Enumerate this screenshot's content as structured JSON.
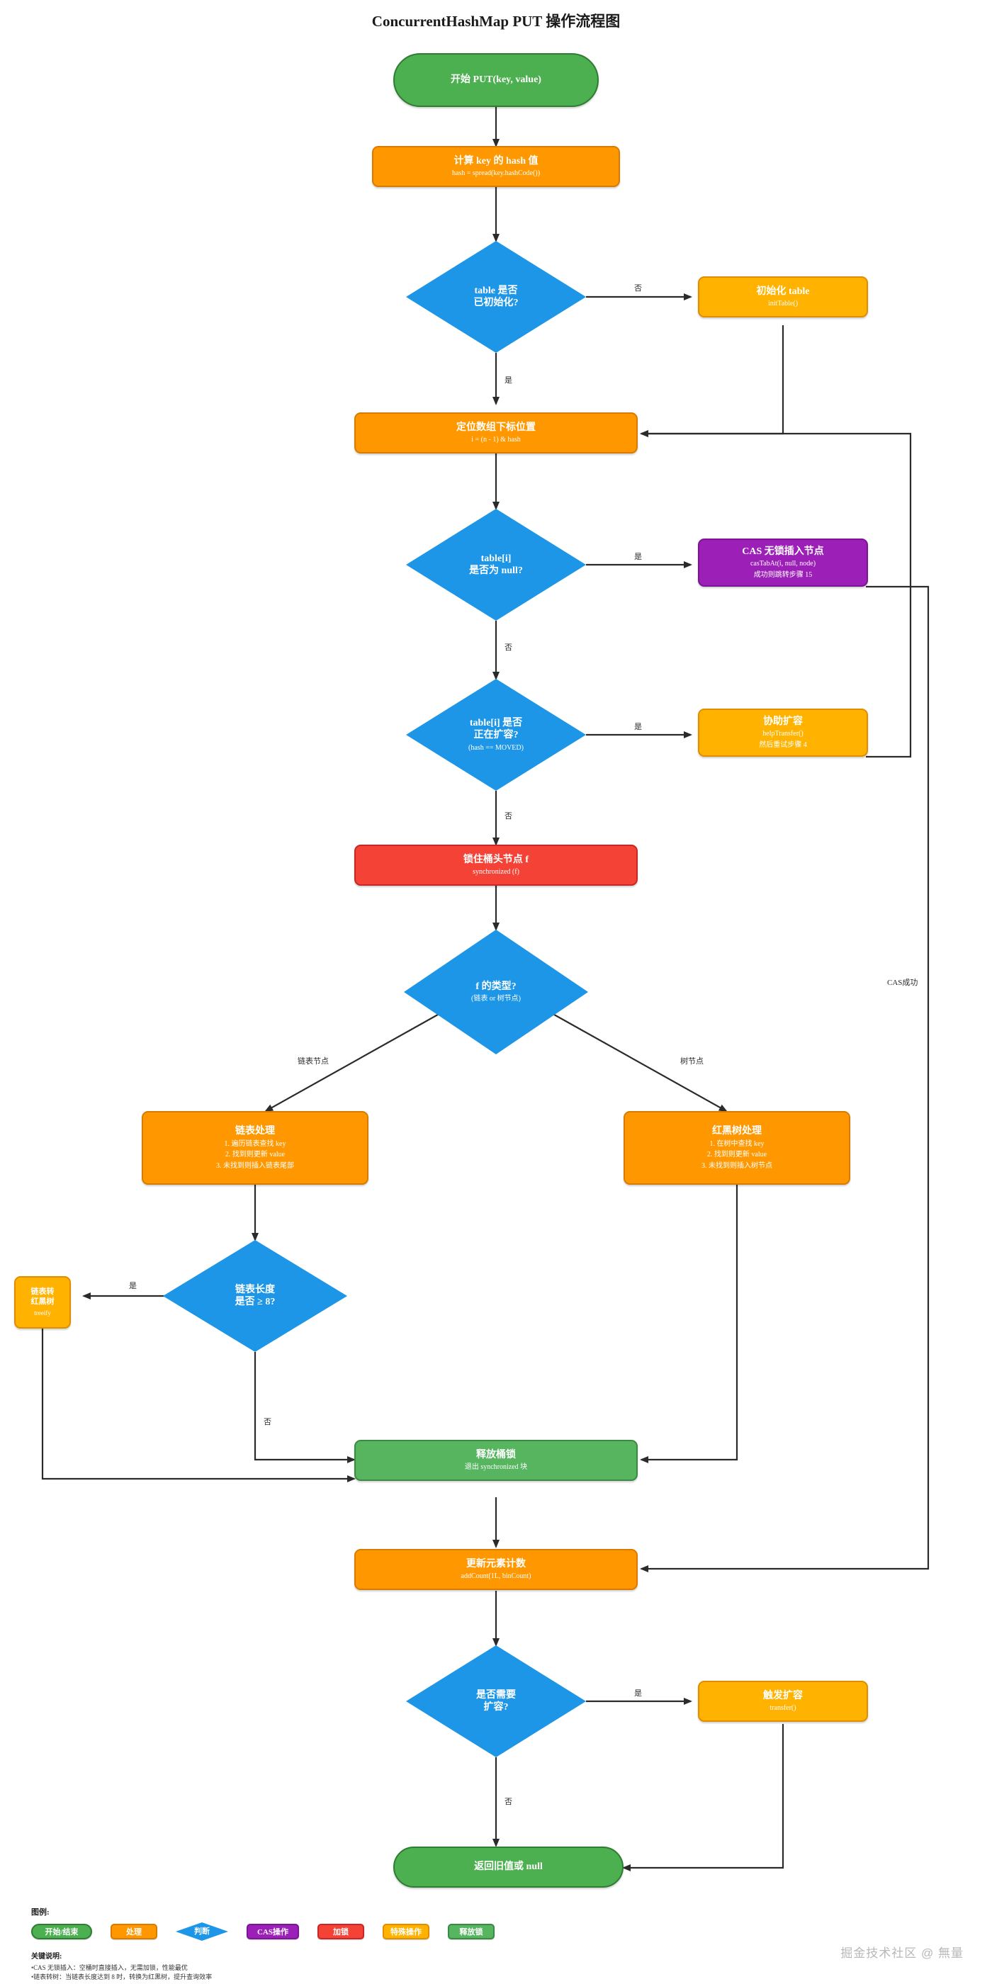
{
  "title": "ConcurrentHashMap PUT 操作流程图",
  "watermark": "掘金技术社区 @ 無量",
  "colors": {
    "start_end": "#4caf50",
    "process": "#ff9800",
    "decision": "#1e96e8",
    "cas": "#9c1fb8",
    "lock": "#f44336",
    "special": "#ffb300",
    "release": "#57b560"
  },
  "nodes": {
    "start": {
      "line1": "开始 PUT(key, value)"
    },
    "hash": {
      "line1": "计算 key 的 hash 值",
      "line2": "hash = spread(key.hashCode())"
    },
    "d_init": {
      "line1": "table 是否",
      "line2": "已初始化?"
    },
    "init_table": {
      "line1": "初始化 table",
      "line2": "initTable()"
    },
    "locate": {
      "line1": "定位数组下标位置",
      "line2": "i = (n - 1) & hash"
    },
    "d_null": {
      "line1": "table[i]",
      "line2": "是否为 null?"
    },
    "cas_insert": {
      "line1": "CAS 无锁插入节点",
      "line2": "casTabAt(i, null, node)",
      "line3": "成功则跳转步骤 15"
    },
    "d_moved": {
      "line1": "table[i] 是否",
      "line2": "正在扩容?",
      "line3": "(hash == MOVED)"
    },
    "help_transfer": {
      "line1": "协助扩容",
      "line2": "helpTransfer()",
      "line3": "然后重试步骤 4"
    },
    "lock_head": {
      "line1": "锁住桶头节点 f",
      "line2": "synchronized (f)"
    },
    "d_ftype": {
      "line1": "f 的类型?",
      "line2": "(链表 or 树节点)"
    },
    "list_proc": {
      "line1": "链表处理",
      "line2": "1. 遍历链表查找 key",
      "line3": "2. 找到则更新 value",
      "line4": "3. 未找到则插入链表尾部"
    },
    "tree_proc": {
      "line1": "红黑树处理",
      "line2": "1. 在树中查找 key",
      "line3": "2. 找到则更新 value",
      "line4": "3. 未找到则插入树节点"
    },
    "d_len8": {
      "line1": "链表长度",
      "line2": "是否 ≥ 8?"
    },
    "treeify": {
      "line1": "链表转",
      "line2": "红黑树",
      "line3": "treeify"
    },
    "release_lock": {
      "line1": "释放桶锁",
      "line2": "退出 synchronized 块"
    },
    "add_count": {
      "line1": "更新元素计数",
      "line2": "addCount(1L, binCount)"
    },
    "d_resize": {
      "line1": "是否需要",
      "line2": "扩容?"
    },
    "transfer": {
      "line1": "触发扩容",
      "line2": "transfer()"
    },
    "end": {
      "line1": "返回旧值或 null"
    }
  },
  "edge_labels": {
    "init_no": "否",
    "init_yes": "是",
    "null_yes": "是",
    "null_no": "否",
    "moved_yes": "是",
    "moved_no": "否",
    "ftype_list": "链表节点",
    "ftype_tree": "树节点",
    "len8_yes": "是",
    "len8_no": "否",
    "resize_yes": "是",
    "resize_no": "否",
    "cas_success": "CAS成功"
  },
  "legend": {
    "title": "图例:",
    "items": [
      {
        "label": "开始/结束",
        "shape": "stadium",
        "color": "#4caf50"
      },
      {
        "label": "处理",
        "shape": "rect",
        "color": "#ff9800"
      },
      {
        "label": "判断",
        "shape": "diamond",
        "color": "#1e96e8"
      },
      {
        "label": "CAS操作",
        "shape": "rect",
        "color": "#9c1fb8"
      },
      {
        "label": "加锁",
        "shape": "rect",
        "color": "#f44336"
      },
      {
        "label": "特殊操作",
        "shape": "rect",
        "color": "#ffb300"
      },
      {
        "label": "释放锁",
        "shape": "rect",
        "color": "#57b560"
      }
    ]
  },
  "notes": {
    "title": "关键说明:",
    "items": [
      "CAS 无锁插入：空桶时直接插入，无需加锁，性能最优",
      "链表转树：当链表长度达到 8 时，转换为红黑树，提升查询效率"
    ]
  }
}
